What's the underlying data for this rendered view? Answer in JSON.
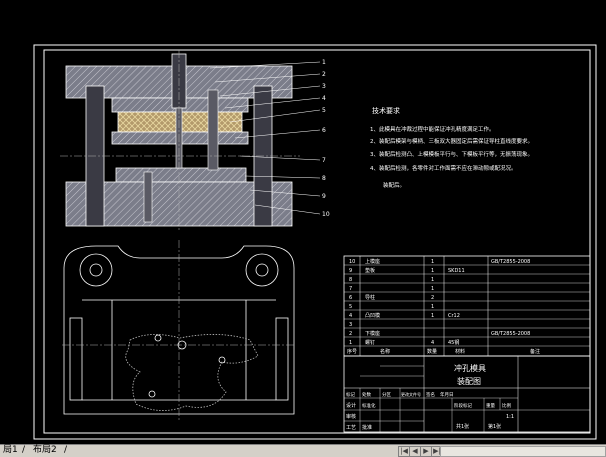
{
  "colors": {
    "background": "#000000",
    "outline": "#ffffff",
    "part_fill": "#7b7d8a",
    "hatch": "#b8b8c0",
    "leader": "#ffffff",
    "center_line": "#b0b0b0",
    "text": "#ffffff"
  },
  "notes": {
    "title": "技术要求",
    "items": [
      "1、此模具在冲裁过程中能保证冲孔精度满足工作。",
      "2、装配后模架与模柄、三板双大器固定后需保证导柱直线度要求。",
      "3、装配后检测凸、上模模板平行与、下模板平行等，无振荡现象。",
      "4、装配后检测，各零件对工作面需不应在滞动隙或配况况。",
      "装配后。"
    ]
  },
  "bom_rows": [
    {
      "no": "10",
      "name": "上模座",
      "qty": "1",
      "material": "",
      "std": "GB/T2855-2008"
    },
    {
      "no": "9",
      "name": "垫板",
      "qty": "1",
      "material": "SKD11",
      "std": ""
    },
    {
      "no": "8",
      "name": "",
      "qty": "1",
      "material": "",
      "std": ""
    },
    {
      "no": "7",
      "name": "",
      "qty": "1",
      "material": "",
      "std": ""
    },
    {
      "no": "6",
      "name": "导柱",
      "qty": "2",
      "material": "",
      "std": ""
    },
    {
      "no": "5",
      "name": "",
      "qty": "1",
      "material": "",
      "std": ""
    },
    {
      "no": "4",
      "name": "凸凹模",
      "qty": "1",
      "material": "Cr12",
      "std": ""
    },
    {
      "no": "3",
      "name": "",
      "qty": "",
      "material": "",
      "std": ""
    },
    {
      "no": "2",
      "name": "下模座",
      "qty": "",
      "material": "",
      "std": "GB/T2855-2008"
    },
    {
      "no": "1",
      "name": "螺钉",
      "qty": "4",
      "material": "45钢",
      "std": ""
    }
  ],
  "bom_header": {
    "no": "序号",
    "name": "名称",
    "qty": "数量",
    "material": "材料",
    "std": "备注"
  },
  "title_block": {
    "drawing_title": "冲孔模具",
    "drawing_subtitle": "装配图",
    "sheet": "共1张",
    "page": "第1张",
    "scale": "1:1",
    "row_labels": [
      "标记",
      "处数",
      "分区",
      "更改文件号",
      "签名",
      "年月日"
    ],
    "labels_left": [
      "设计",
      "审核",
      "工艺",
      "标准化",
      "批准"
    ],
    "stage_label": "阶段标记",
    "weight_label": "重量",
    "scale_label": "比例"
  },
  "part_labels": [
    "1",
    "2",
    "3",
    "4",
    "5",
    "6",
    "7",
    "8",
    "9",
    "10"
  ],
  "tabs": {
    "model": "局1",
    "layout2": "布局2",
    "separator": "/",
    "nav_first": "|◀",
    "nav_prev": "◀",
    "nav_next": "▶",
    "nav_last": "▶|"
  }
}
